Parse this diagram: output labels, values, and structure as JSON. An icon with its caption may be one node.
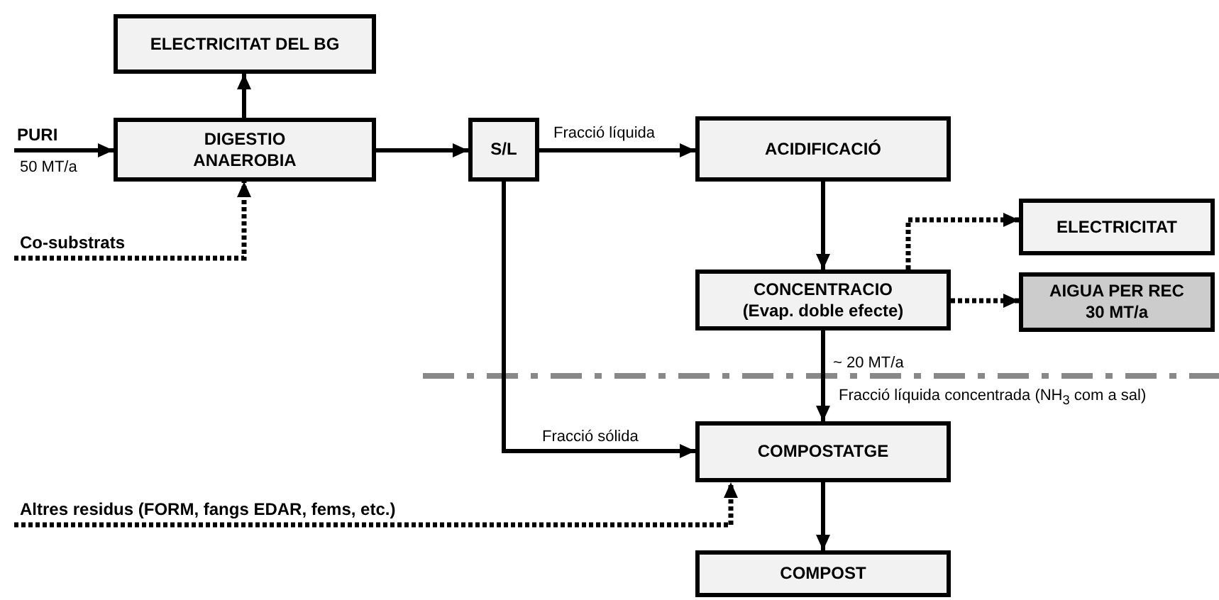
{
  "diagram": {
    "nodes": [
      {
        "text": [
          "ELECTRICITAT DEL BG"
        ]
      },
      {
        "text": [
          "DIGESTIO ANAEROBIA"
        ]
      },
      {
        "text": [
          "S/L"
        ]
      },
      {
        "text": [
          "ACIDIFICACIÓ"
        ]
      },
      {
        "text": [
          "CONCENTRACIO (Evap. doble efecte)"
        ]
      },
      {
        "text": [
          "ELECTRICITAT"
        ]
      },
      {
        "text": [
          "AIGUA PER REC 30 MT/a"
        ]
      },
      {
        "text": [
          "COMPOSTATGE"
        ]
      },
      {
        "text": [
          "COMPOST"
        ]
      }
    ],
    "edges": [
      {
        "from": null,
        "to": 1,
        "arrow": "to",
        "label": "PURI"
      },
      {
        "from": null,
        "to": 1,
        "arrow": "to",
        "label": "Co-substrats",
        "style": "dashed"
      },
      {
        "from": 1,
        "to": 0,
        "arrow": "to"
      },
      {
        "from": 1,
        "to": 2,
        "arrow": "to"
      },
      {
        "from": 2,
        "to": 3,
        "arrow": "to",
        "label": "Fracció líquida"
      },
      {
        "from": 3,
        "to": 4,
        "arrow": "to"
      },
      {
        "from": 4,
        "to": 5,
        "arrow": "to",
        "style": "dashed"
      },
      {
        "from": 4,
        "to": 6,
        "arrow": "to",
        "style": "dashed"
      },
      {
        "from": 4,
        "to": 7,
        "arrow": "to",
        "label": "~ 20 MT/a"
      },
      {
        "from": 2,
        "to": 7,
        "arrow": "to",
        "label": "Fracció sólida"
      },
      {
        "from": null,
        "to": 7,
        "arrow": "to",
        "label": "Altres residus (FORM, fangs EDAR, fems, etc.)",
        "style": "dashed"
      },
      {
        "from": 7,
        "to": 8,
        "arrow": "to"
      }
    ],
    "labels": [
      "50 MT/a",
      "Fracció líquida concentrada (NH$_{3}$ com a sal)"
    ]
  }
}
